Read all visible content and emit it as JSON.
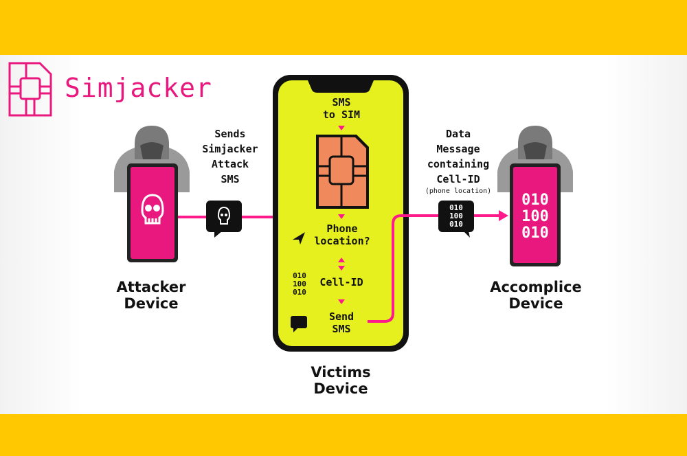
{
  "brand": {
    "name": "Simjacker",
    "color": "#e8187e",
    "band_color": "#ffc800"
  },
  "attacker": {
    "label_line1": "Attacker",
    "label_line2": "Device",
    "icon": "skull-icon"
  },
  "step_send": {
    "line1": "Sends",
    "line2": "Simjacker",
    "line3": "Attack",
    "line4": "SMS"
  },
  "victim": {
    "label_line1": "Victims",
    "label_line2": "Device",
    "screen_color": "#e6f01e",
    "sms_to_sim_line1": "SMS",
    "sms_to_sim_line2": "to SIM",
    "phone_location_line1": "Phone",
    "phone_location_line2": "location?",
    "cell_id": "Cell-ID",
    "send_sms_line1": "Send",
    "send_sms_line2": "SMS",
    "binary": [
      "010",
      "100",
      "010"
    ]
  },
  "step_data": {
    "line1": "Data",
    "line2": "Message",
    "line3": "containing",
    "line4": "Cell-ID",
    "note": "(phone location)",
    "bubble_binary": [
      "010",
      "100",
      "010"
    ]
  },
  "accomplice": {
    "label_line1": "Accomplice",
    "label_line2": "Device",
    "binary": [
      "010",
      "100",
      "010"
    ]
  }
}
